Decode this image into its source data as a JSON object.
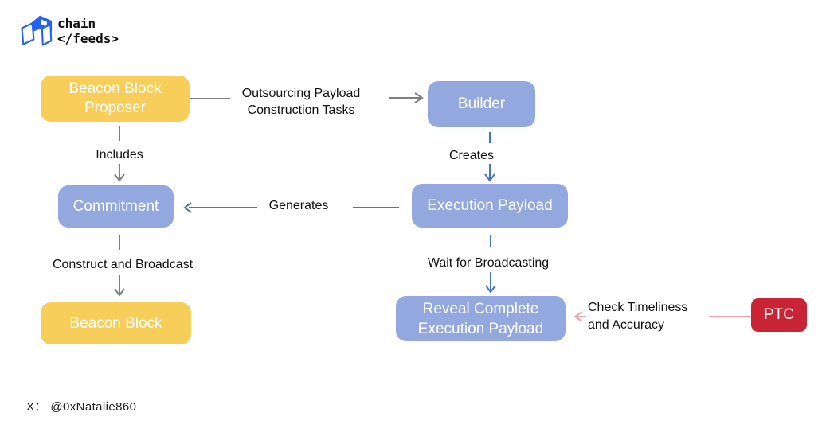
{
  "logo": {
    "icon": "chainfeeds-cube-icon",
    "line1": "chain",
    "line2": "</feeds>"
  },
  "diagram": {
    "nodes": {
      "beacon_block_proposer": {
        "label": "Beacon Block Proposer",
        "color": "#F8CE5B"
      },
      "builder": {
        "label": "Builder",
        "color": "#92A8DF"
      },
      "commitment": {
        "label": "Commitment",
        "color": "#92A8DF"
      },
      "execution_payload": {
        "label": "Execution Payload",
        "color": "#92A8DF"
      },
      "beacon_block": {
        "label": "Beacon Block",
        "color": "#F8CE5B"
      },
      "reveal_complete_execution_payload": {
        "label": "Reveal Complete Execution Payload",
        "color": "#92A8DF"
      },
      "ptc": {
        "label": "PTC",
        "color": "#C92436"
      }
    },
    "edges": [
      {
        "from": "beacon_block_proposer",
        "to": "builder",
        "label": "Outsourcing Payload Construction Tasks",
        "color": "#7F7F7F"
      },
      {
        "from": "beacon_block_proposer",
        "to": "commitment",
        "label": "Includes",
        "color": "#7F7F7F"
      },
      {
        "from": "builder",
        "to": "execution_payload",
        "label": "Creates",
        "color": "#4472C4"
      },
      {
        "from": "execution_payload",
        "to": "commitment",
        "label": "Generates",
        "color": "#4472C4"
      },
      {
        "from": "commitment",
        "to": "beacon_block",
        "label": "Construct and Broadcast",
        "color": "#7F7F7F"
      },
      {
        "from": "execution_payload",
        "to": "reveal_complete_execution_payload",
        "label": "Wait for Broadcasting",
        "color": "#4472C4"
      },
      {
        "from": "ptc",
        "to": "reveal_complete_execution_payload",
        "label": "Check Timeliness and Accuracy",
        "color": "#F2A3AB"
      }
    ]
  },
  "footer": {
    "credit": "X： @0xNatalie860"
  },
  "colors": {
    "node_yellow": "#F8CE5B",
    "node_blue": "#92A8DF",
    "node_red": "#C92436",
    "edge_gray": "#7F7F7F",
    "edge_blue": "#4472C4",
    "edge_pink": "#F2A3AB",
    "logo_blue": "#2563EB",
    "text_black": "#111111"
  }
}
